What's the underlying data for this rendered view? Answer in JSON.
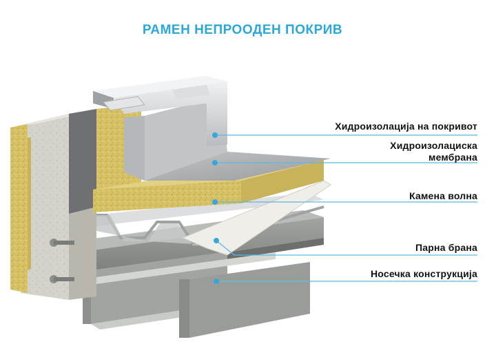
{
  "title": "РАМЕН НЕПРООДЕН ПОКРИВ",
  "colors": {
    "title": "#2aa8dc",
    "leader_line": "#5bb8e0",
    "leader_dot": "#3aa6d8",
    "mineral_wool": "#d8c46a",
    "concrete": "#d6d3cd",
    "membrane": "#a8abad",
    "steel_deck": "#cfd1d2",
    "steel_beam": "#8d8f8c",
    "vapour_barrier": "#ecebe6"
  },
  "labels": [
    {
      "text": "Хидроизолација на покривот"
    },
    {
      "text": "Хидроизолациска\nмембрана"
    },
    {
      "text": "Камена волна"
    },
    {
      "text": "Парна брана"
    },
    {
      "text": "Носечка конструкција"
    }
  ]
}
